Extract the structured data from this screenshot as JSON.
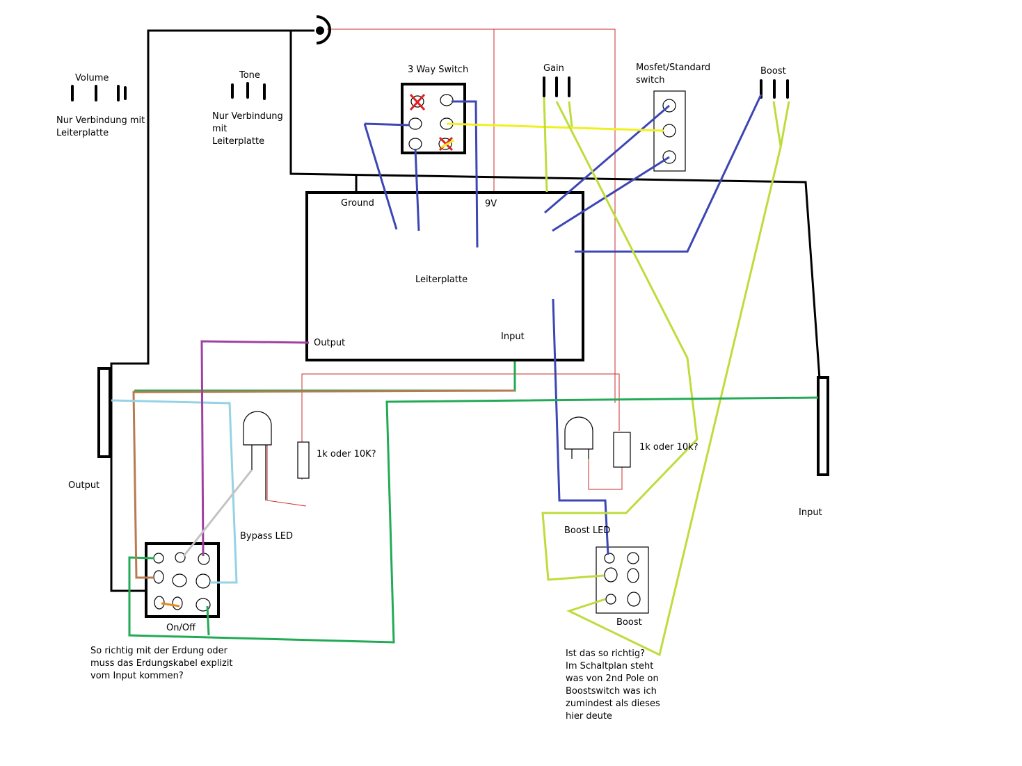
{
  "colors": {
    "black": "#000000",
    "red": "#cc2b2b",
    "blue": "#3c46b4",
    "yellow": "#f0f020",
    "lime": "#bedc3c",
    "green": "#22aa55",
    "purple": "#a040a0",
    "lightblue": "#96d2e6",
    "brown": "#b97a50",
    "gray": "#c3c3c3",
    "orange": "#e08a20",
    "cross": "#e02020"
  },
  "labels": {
    "volume": "Volume",
    "volume_note_1": "Nur Verbindung mit",
    "volume_note_2": "Leiterplatte",
    "tone": "Tone",
    "tone_note_1": "Nur Verbindung",
    "tone_note_2": "mit",
    "tone_note_3": "Leiterplatte",
    "three_way_switch": "3 Way Switch",
    "gain": "Gain",
    "mosfet_1": "Mosfet/Standard",
    "mosfet_2": "switch",
    "boost_pot": "Boost",
    "ground": "Ground",
    "nine_v": "9V",
    "board": "Leiterplatte",
    "board_output": "Output",
    "board_input": "Input",
    "resistor_left": "1k oder 10K?",
    "resistor_right": "1k oder 10k?",
    "jack_output": "Output",
    "jack_input": "Input",
    "bypass_led": "Bypass LED",
    "boost_led": "Boost LED",
    "on_off": "On/Off",
    "boost_switch": "Boost",
    "question_left_1": "So richtig mit der Erdung oder",
    "question_left_2": "muss das Erdungskabel explizit",
    "question_left_3": "vom Input kommen?",
    "question_right_1": "Ist das so richtig?",
    "question_right_2": "Im Schaltplan steht",
    "question_right_3": "was von 2nd Pole on",
    "question_right_4": "Boostswitch was ich",
    "question_right_5": "zumindest als dieses",
    "question_right_6": "hier deute"
  }
}
